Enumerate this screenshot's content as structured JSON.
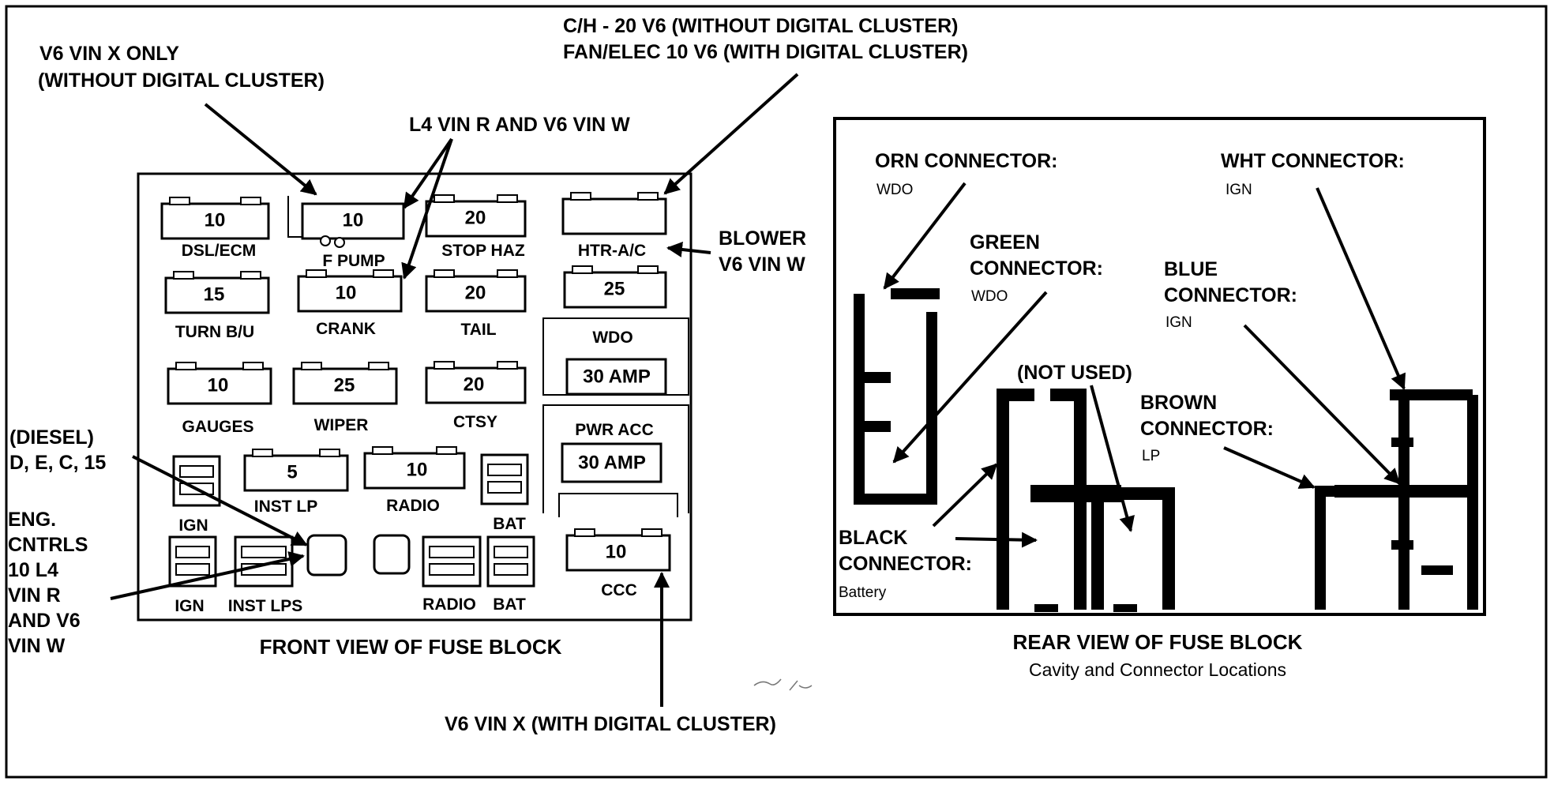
{
  "colors": {
    "ink": "#000000",
    "paper": "#ffffff"
  },
  "callouts": {
    "v6_vin_x_only": "V6 VIN X ONLY",
    "without_digital_cluster": "(WITHOUT DIGITAL CLUSTER)",
    "ch_20_v6": "C/H - 20 V6 (WITHOUT DIGITAL CLUSTER)",
    "fan_elec_10_v6": "FAN/ELEC 10 V6 (WITH DIGITAL CLUSTER)",
    "l4_vin_r": "L4 VIN R AND V6 VIN W",
    "blower": "BLOWER",
    "v6_vin_w": "V6 VIN W",
    "diesel_1": "(DIESEL)",
    "diesel_2": "D, E, C,  15",
    "eng_1": "ENG.",
    "eng_2": "CNTRLS",
    "eng_3": "10 L4",
    "eng_4": "VIN R",
    "eng_5": "AND V6",
    "eng_6": "VIN W",
    "v6_vin_x_digital": "V6 VIN X (WITH DIGITAL CLUSTER)"
  },
  "front": {
    "caption": "FRONT VIEW OF FUSE BLOCK",
    "fuses": [
      {
        "value": "10",
        "name": "DSL/ECM"
      },
      {
        "value": "10",
        "name": "F PUMP"
      },
      {
        "value": "20",
        "name": "STOP HAZ"
      },
      {
        "value": "",
        "name": "HTR-A/C"
      },
      {
        "value": "15",
        "name": "TURN B/U"
      },
      {
        "value": "10",
        "name": "CRANK"
      },
      {
        "value": "20",
        "name": "TAIL"
      },
      {
        "value": "25",
        "name": "WDO"
      },
      {
        "value": "10",
        "name": "GAUGES"
      },
      {
        "value": "25",
        "name": "WIPER"
      },
      {
        "value": "20",
        "name": "CTSY"
      },
      {
        "value": "5",
        "name": "INST LP"
      },
      {
        "value": "10",
        "name": "RADIO"
      },
      {
        "value": "10",
        "name": "CCC"
      }
    ],
    "breakers": [
      {
        "value": "30 AMP"
      },
      {
        "value": "30 AMP",
        "name": "PWR ACC"
      }
    ],
    "relays": [
      {
        "name": "IGN"
      },
      {
        "name": "BAT"
      },
      {
        "name": "IGN"
      },
      {
        "name": "INST LPS"
      },
      {
        "name": "RADIO"
      },
      {
        "name": "BAT"
      }
    ]
  },
  "rear": {
    "caption": "REAR VIEW OF FUSE BLOCK",
    "subcaption": "Cavity and Connector Locations",
    "connectors": [
      {
        "title": "ORN CONNECTOR:",
        "circuit": "WDO"
      },
      {
        "title_1": "GREEN",
        "title_2": "CONNECTOR:",
        "circuit": "WDO"
      },
      {
        "title": "WHT  CONNECTOR:",
        "circuit": "IGN"
      },
      {
        "title_1": "BLUE",
        "title_2": "CONNECTOR:",
        "circuit": "IGN"
      },
      {
        "title_1": "BROWN",
        "title_2": "CONNECTOR:",
        "circuit": "LP"
      },
      {
        "title_1": "BLACK",
        "title_2": "CONNECTOR:",
        "circuit": "Battery"
      }
    ],
    "not_used": "(NOT  USED)"
  }
}
